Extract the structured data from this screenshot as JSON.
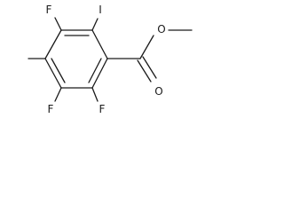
{
  "molecule": {
    "atoms": {
      "f_top": "F",
      "i_top": "I",
      "f_bottom_left": "F",
      "f_bottom_right": "F",
      "o_ester": "O",
      "o_carbonyl": "O"
    }
  }
}
